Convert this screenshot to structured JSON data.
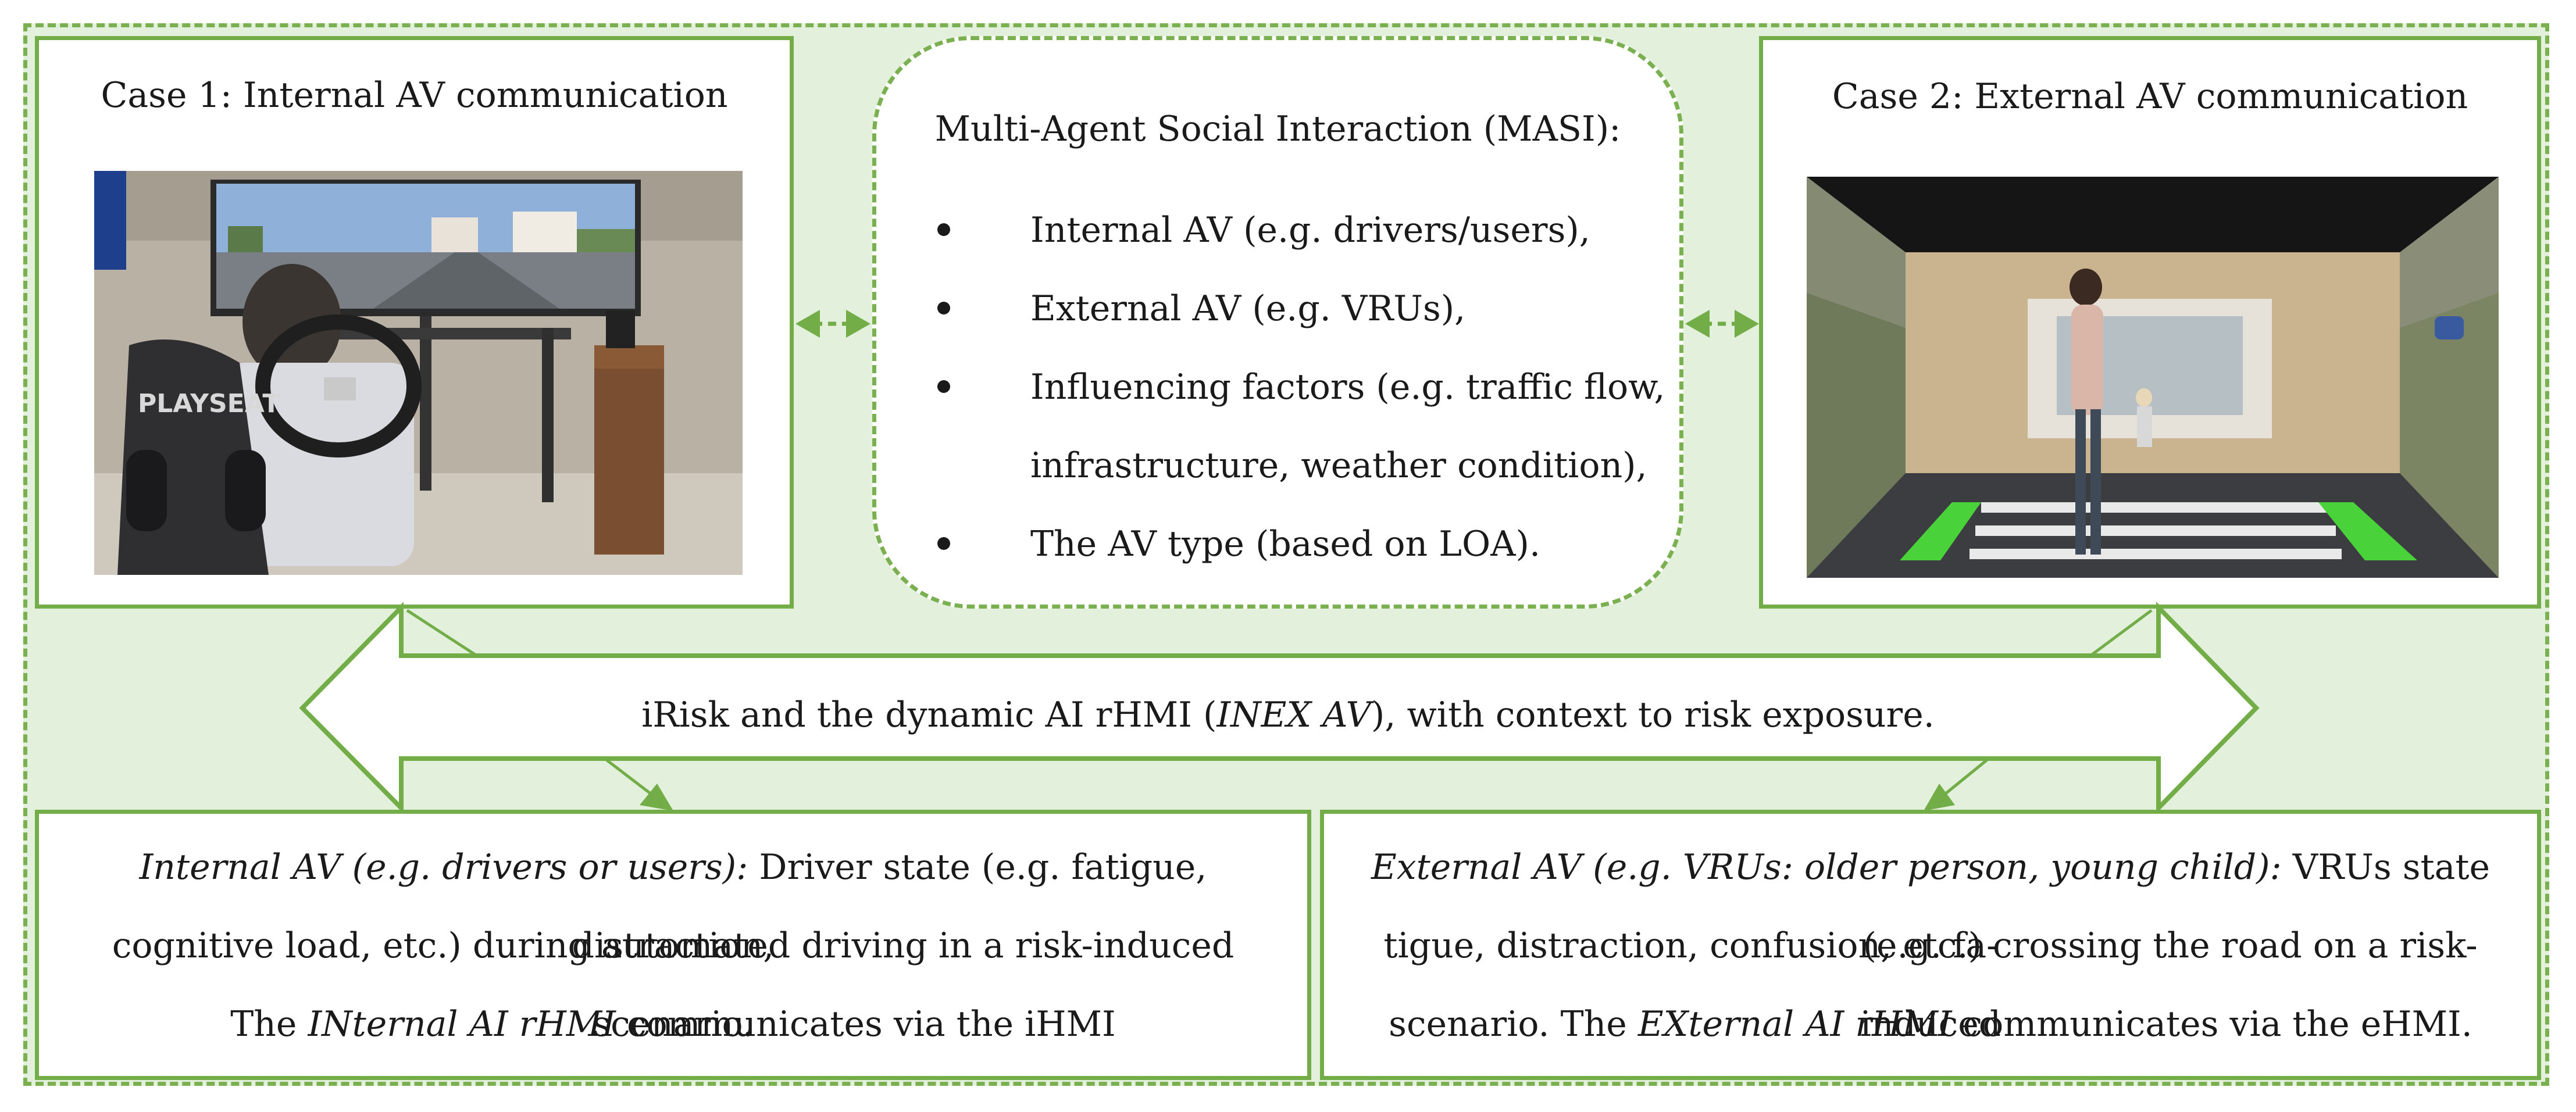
{
  "case1": {
    "title": "Case 1: Internal AV communication"
  },
  "case2": {
    "title": "Case 2: External AV communication"
  },
  "masi": {
    "heading": "Multi-Agent Social Interaction (MASI):",
    "items": [
      "Internal AV (e.g. drivers/users),",
      "External AV (e.g. VRUs),",
      "Influencing factors (e.g. traffic flow,",
      "infrastructure, weather condition),",
      "The AV type (based on LOA)."
    ]
  },
  "arrow": {
    "text_a": "iRisk and the dynamic AI rHMI (",
    "text_b": "INEX AV",
    "text_c": "), with context to risk exposure."
  },
  "bottom_left": {
    "l1_italic": "Internal AV (e.g. drivers or users):",
    "l1_rest": " Driver state (e.g. fatigue, distraction,",
    "l2": "cognitive load, etc.) during automated driving in a risk-induced scenario.",
    "l3_a": "The ",
    "l3_italic": "INternal AI rHMI",
    "l3_b": " communicates via the iHMI"
  },
  "bottom_right": {
    "l1_italic": "External AV (e.g. VRUs: older person, young child):",
    "l1_rest": " VRUs state (e.g. fa-",
    "l2": "tigue, distraction, confusion, etc.) crossing the road on a risk-induced",
    "l3_a": "scenario. The ",
    "l3_italic": "EXternal AI rHMI",
    "l3_b": " communicates via the eHMI."
  },
  "photo1": {
    "seat_brand": "PLAYSEAT"
  },
  "colors": {
    "green_border": "#72ad48",
    "bg": "#e3f0dc"
  }
}
